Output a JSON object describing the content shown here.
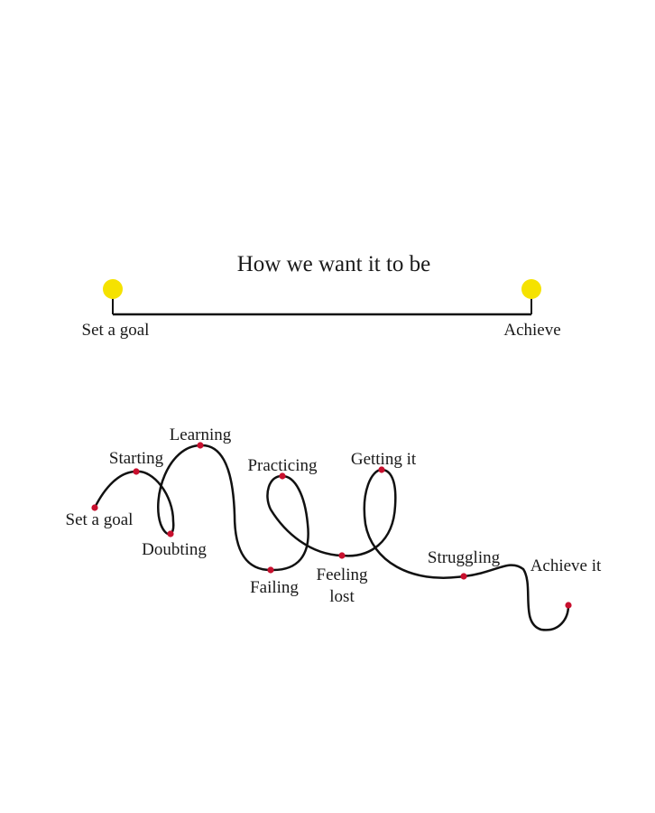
{
  "ideal": {
    "title": "How we want it to be",
    "start_label": "Set a goal",
    "end_label": "Achieve",
    "marker_color": "#f5e200"
  },
  "reality": {
    "line_color": "#111111",
    "point_color": "#c8102e",
    "labels": {
      "set_goal": "Set a goal",
      "starting": "Starting",
      "learning": "Learning",
      "doubting": "Doubting",
      "practicing": "Practicing",
      "failing": "Failing",
      "feeling": "Feeling",
      "lost": "lost",
      "getting_it": "Getting it",
      "struggling": "Struggling",
      "achieve_it": "Achieve it"
    }
  }
}
